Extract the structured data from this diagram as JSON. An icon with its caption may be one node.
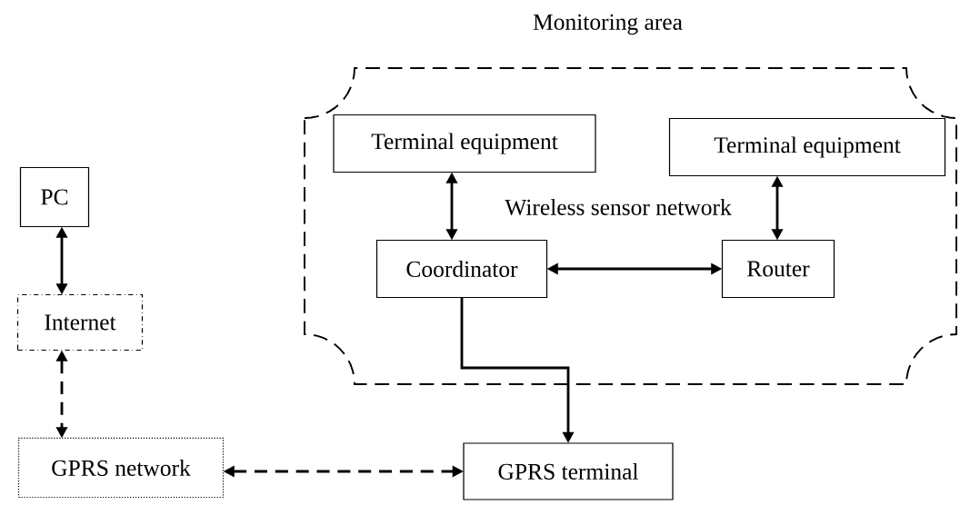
{
  "diagram": {
    "nodes": [
      {
        "text": [
          "Monitoring area"
        ]
      },
      {
        "text": [
          "Terminal equipment"
        ],
        "in": 0
      },
      {
        "text": [
          "Terminal equipment"
        ],
        "in": 0
      },
      {
        "text": [
          "Coordinator"
        ],
        "in": 0
      },
      {
        "text": [
          "Router"
        ],
        "in": 0
      },
      {
        "text": [
          "GPRS terminal"
        ]
      },
      {
        "text": [
          "PC"
        ]
      },
      {
        "text": [
          "Internet"
        ]
      },
      {
        "text": [
          "GPRS network"
        ]
      }
    ],
    "edges": [
      {
        "from": 1,
        "to": 3,
        "arrow": "both"
      },
      {
        "from": 2,
        "to": 4,
        "arrow": "both"
      },
      {
        "from": 3,
        "to": 4,
        "arrow": "both"
      },
      {
        "from": 3,
        "to": 5,
        "arrow": "to"
      },
      {
        "from": 6,
        "to": 7,
        "arrow": "both"
      },
      {
        "from": 7,
        "to": 8,
        "arrow": "both",
        "style": "dashed"
      },
      {
        "from": 8,
        "to": 5,
        "arrow": "both",
        "style": "dashed"
      }
    ],
    "labels": [
      "Wireless sensor network"
    ]
  }
}
